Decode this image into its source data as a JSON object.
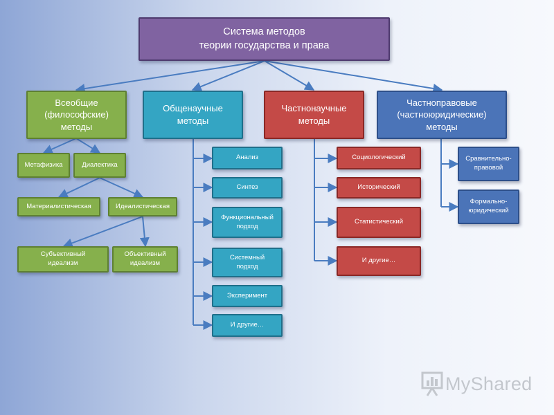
{
  "title": "Система методов\nтеории государства и права",
  "categories": {
    "universal": "Всеобщие\n(философские)\nметоды",
    "general_scientific": "Общенаучные\nметоды",
    "particular_scientific": "Частнонаучные\nметоды",
    "private_law": "Частноправовые\n(частноюридические)\nметоды"
  },
  "universal_items": {
    "metaphysics": "Метафизика",
    "dialectics": "Диалектика",
    "materialist": "Материалистическая",
    "idealist": "Идеалистическая",
    "subjective": "Субъективный\nидеализм",
    "objective": "Объективный\nидеализм"
  },
  "general_scientific_items": [
    "Анализ",
    "Синтез",
    "Функциональный\nподход",
    "Системный\nподход",
    "Эксперимент",
    "И другие…"
  ],
  "particular_scientific_items": [
    "Социологический",
    "Исторический",
    "Статистический",
    "И другие…"
  ],
  "private_law_items": [
    "Сравнительно-\nправовой",
    "Формально-\nюридический"
  ],
  "watermark": "MyShared",
  "colors": {
    "title_box": "#8063a1",
    "universal": "#86b04c",
    "general_scientific": "#34a5c3",
    "particular_scientific": "#c44a47",
    "private_law": "#4b74b8",
    "connector": "#4a7cc0"
  }
}
